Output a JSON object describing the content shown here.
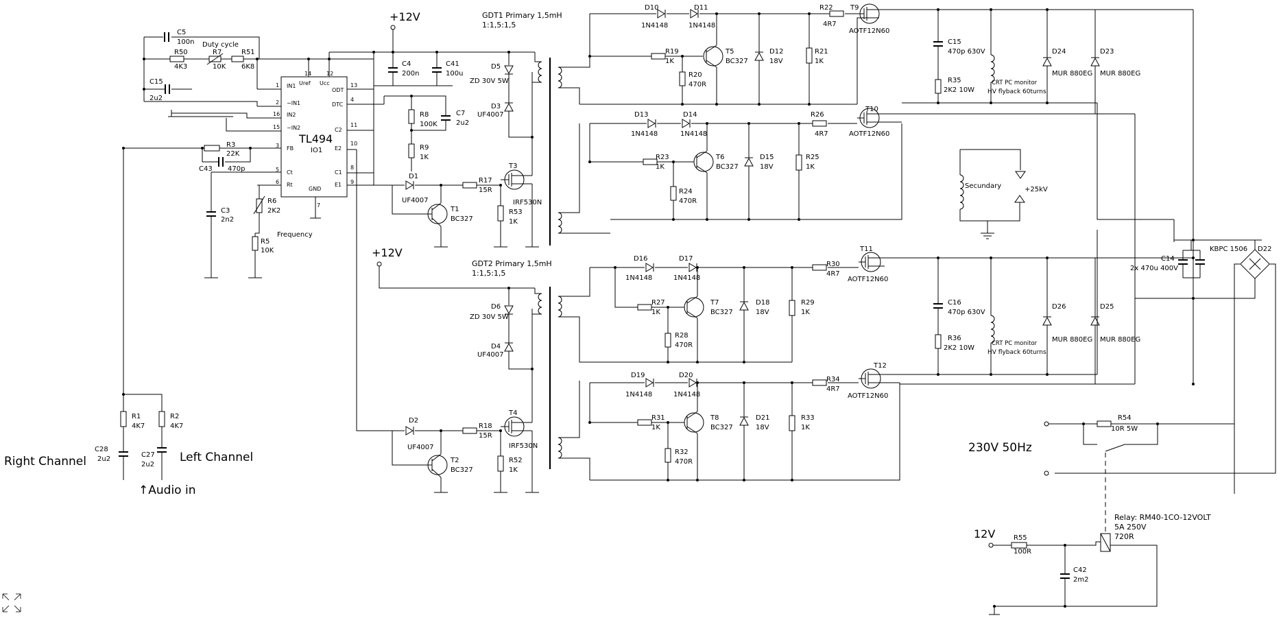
{
  "chip": {
    "name": "TL494",
    "ref": "IO1",
    "pins": {
      "p1": "1",
      "p2": "2",
      "p16": "16",
      "p15": "15",
      "p3": "3",
      "p5": "5",
      "p6": "6",
      "p7": "7",
      "p14": "14",
      "p12": "12",
      "p13": "13",
      "p4": "4",
      "p11": "11",
      "p10": "10",
      "p8": "8",
      "p9": "9"
    },
    "pin_names": {
      "in1": "IN1",
      "min1": "−IN1",
      "in2": "IN2",
      "min2": "−IN2",
      "fb": "FB",
      "ct": "Ct",
      "rt": "Rt",
      "gnd": "GND",
      "uref": "Uref",
      "ucc": "Ucc",
      "odt": "ODT",
      "dtc": "DTC",
      "c2": "C2",
      "e2": "E2",
      "c1": "C1",
      "e1": "E1"
    }
  },
  "labels": {
    "vcc1": "+12V",
    "vcc2": "+12V",
    "vcc_relay": "12V",
    "mains": "230V 50Hz",
    "gdt1_a": "GDT1 Primary 1,5mH",
    "gdt1_b": "1:1,5:1,5",
    "gdt2_a": "GDT2 Primary 1,5mH",
    "gdt2_b": "1:1,5:1,5",
    "duty": "Duty cycle",
    "freq": "Frequency",
    "secundary": "Secundary",
    "hv": "+25kV",
    "right": "Right Channel",
    "left": "Left Channel",
    "audio": "↑Audio in",
    "relay_a": "Relay: RM40-1CO-12VOLT",
    "relay_b": "5A 250V",
    "relay_c": "720R",
    "fly1_a": "CRT PC monitor",
    "fly1_b": "HV flyback 60turns",
    "fly2_a": "CRT PC monitor",
    "fly2_b": "HV flyback 60turns"
  },
  "parts": {
    "C5": [
      "C5",
      "100n"
    ],
    "R50": [
      "R50",
      "4K3"
    ],
    "R7": [
      "R7",
      "10K"
    ],
    "R51": [
      "R51",
      "6K8"
    ],
    "C15a": [
      "C15",
      "2u2"
    ],
    "R3": [
      "R3",
      "22K"
    ],
    "C43": [
      "C43",
      "470p"
    ],
    "C3": [
      "C3",
      "2n2"
    ],
    "R6": [
      "R6",
      "2K2"
    ],
    "R5": [
      "R5",
      "10K"
    ],
    "C4": [
      "C4",
      "200n"
    ],
    "C41": [
      "C41",
      "100u"
    ],
    "R8": [
      "R8",
      "100K"
    ],
    "C7": [
      "C7",
      "2u2"
    ],
    "R9": [
      "R9",
      "1K"
    ],
    "D1": [
      "D1",
      "UF4007"
    ],
    "T1": [
      "T1",
      "BC327"
    ],
    "R17": [
      "R17",
      "15R"
    ],
    "R53": [
      "R53",
      "1K"
    ],
    "T3": [
      "T3",
      "IRF530N"
    ],
    "D5": [
      "D5",
      "ZD 30V 5W"
    ],
    "D3": [
      "D3",
      "UF4007"
    ],
    "D2": [
      "D2",
      "UF4007"
    ],
    "T2": [
      "T2",
      "BC327"
    ],
    "R18": [
      "R18",
      "15R"
    ],
    "R52": [
      "R52",
      "1K"
    ],
    "T4": [
      "T4",
      "IRF530N"
    ],
    "D6": [
      "D6",
      "ZD 30V 5W"
    ],
    "D4": [
      "D4",
      "UF4007"
    ],
    "D10": [
      "D10",
      "1N4148"
    ],
    "D11": [
      "D11",
      "1N4148"
    ],
    "R19": [
      "R19",
      "1K"
    ],
    "T5": [
      "T5",
      "BC327"
    ],
    "R20": [
      "R20",
      "470R"
    ],
    "D12": [
      "D12",
      "18V"
    ],
    "R21": [
      "R21",
      "1K"
    ],
    "R22": [
      "R22",
      "4R7"
    ],
    "T9": [
      "T9",
      "AOTF12N60"
    ],
    "D13": [
      "D13",
      "1N4148"
    ],
    "D14": [
      "D14",
      "1N4148"
    ],
    "R23": [
      "R23",
      "1K"
    ],
    "T6": [
      "T6",
      "BC327"
    ],
    "R24": [
      "R24",
      "470R"
    ],
    "D15": [
      "D15",
      "18V"
    ],
    "R25": [
      "R25",
      "1K"
    ],
    "R26": [
      "R26",
      "4R7"
    ],
    "T10": [
      "T10",
      "AOTF12N60"
    ],
    "C15b": [
      "C15",
      "470p 630V"
    ],
    "R35": [
      "R35",
      "2K2 10W"
    ],
    "D24": [
      "D24",
      "MUR 880EG"
    ],
    "D23": [
      "D23",
      "MUR 880EG"
    ],
    "D16": [
      "D16",
      "1N4148"
    ],
    "D17": [
      "D17",
      "1N4148"
    ],
    "R27": [
      "R27",
      "1K"
    ],
    "T7": [
      "T7",
      "BC327"
    ],
    "R28": [
      "R28",
      "470R"
    ],
    "D18": [
      "D18",
      "18V"
    ],
    "R29": [
      "R29",
      "1K"
    ],
    "R30": [
      "R30",
      "4R7"
    ],
    "T11": [
      "T11",
      "AOTF12N60"
    ],
    "D19": [
      "D19",
      "1N4148"
    ],
    "D20": [
      "D20",
      "1N4148"
    ],
    "R31": [
      "R31",
      "1K"
    ],
    "T8": [
      "T8",
      "BC327"
    ],
    "R32": [
      "R32",
      "470R"
    ],
    "D21": [
      "D21",
      "18V"
    ],
    "R33": [
      "R33",
      "1K"
    ],
    "R34": [
      "R34",
      "4R7"
    ],
    "T12": [
      "T12",
      "AOTF12N60"
    ],
    "C16": [
      "C16",
      "470p 630V"
    ],
    "R36": [
      "R36",
      "2K2 10W"
    ],
    "D26": [
      "D26",
      "MUR 880EG"
    ],
    "D25": [
      "D25",
      "MUR 880EG"
    ],
    "C14": [
      "C14",
      "2x 470u 400V"
    ],
    "D22": [
      "D22",
      "KBPC 1506"
    ],
    "R54": [
      "R54",
      "10R 5W"
    ],
    "R55": [
      "R55",
      "100R"
    ],
    "C42": [
      "C42",
      "2m2"
    ],
    "R1": [
      "R1",
      "4K7"
    ],
    "R2": [
      "R2",
      "4K7"
    ],
    "C28": [
      "C28",
      "2u2"
    ],
    "C27": [
      "C27",
      "2u2"
    ]
  }
}
